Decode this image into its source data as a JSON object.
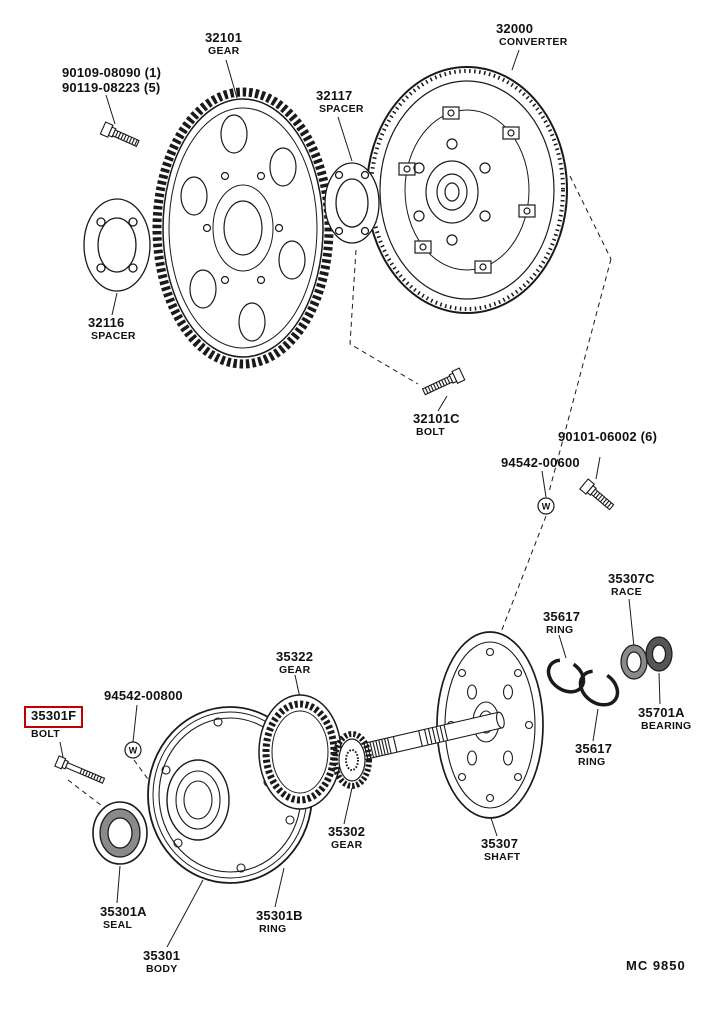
{
  "figure": {
    "code": "MC 9850",
    "background": "#ffffff",
    "line_color": "#1a1a1a",
    "highlight_color": "#c00000",
    "description": "Exploded parts diagram: torque converter, drive plate and front oil pump"
  },
  "washer_symbol": "W",
  "labels": {
    "bolt_set": {
      "line1": "90109-08090 (1)",
      "line2": "90119-08223 (5)"
    },
    "gear_32101": {
      "number": "32101",
      "name": "GEAR"
    },
    "spacer_32117": {
      "number": "32117",
      "name": "SPACER"
    },
    "converter_32000": {
      "number": "32000",
      "name": "CONVERTER"
    },
    "spacer_32116": {
      "number": "32116",
      "name": "SPACER"
    },
    "bolt_32101c": {
      "number": "32101C",
      "name": "BOLT"
    },
    "bolt_90101": {
      "number": "90101-06002 (6)"
    },
    "washer_600": {
      "number": "94542-00600"
    },
    "race_35307c": {
      "number": "35307C",
      "name": "RACE"
    },
    "ring_35617_upper": {
      "number": "35617",
      "name": "RING"
    },
    "bearing_35701a": {
      "number": "35701A",
      "name": "BEARING"
    },
    "ring_35617_lower": {
      "number": "35617",
      "name": "RING"
    },
    "gear_35322": {
      "number": "35322",
      "name": "GEAR"
    },
    "washer_800": {
      "number": "94542-00800"
    },
    "bolt_35301f": {
      "number": "35301F",
      "name": "BOLT",
      "highlighted": true
    },
    "gear_35302": {
      "number": "35302",
      "name": "GEAR"
    },
    "shaft_35307": {
      "number": "35307",
      "name": "SHAFT"
    },
    "seal_35301a": {
      "number": "35301A",
      "name": "SEAL"
    },
    "ring_35301b": {
      "number": "35301B",
      "name": "RING"
    },
    "body_35301": {
      "number": "35301",
      "name": "BODY"
    }
  }
}
